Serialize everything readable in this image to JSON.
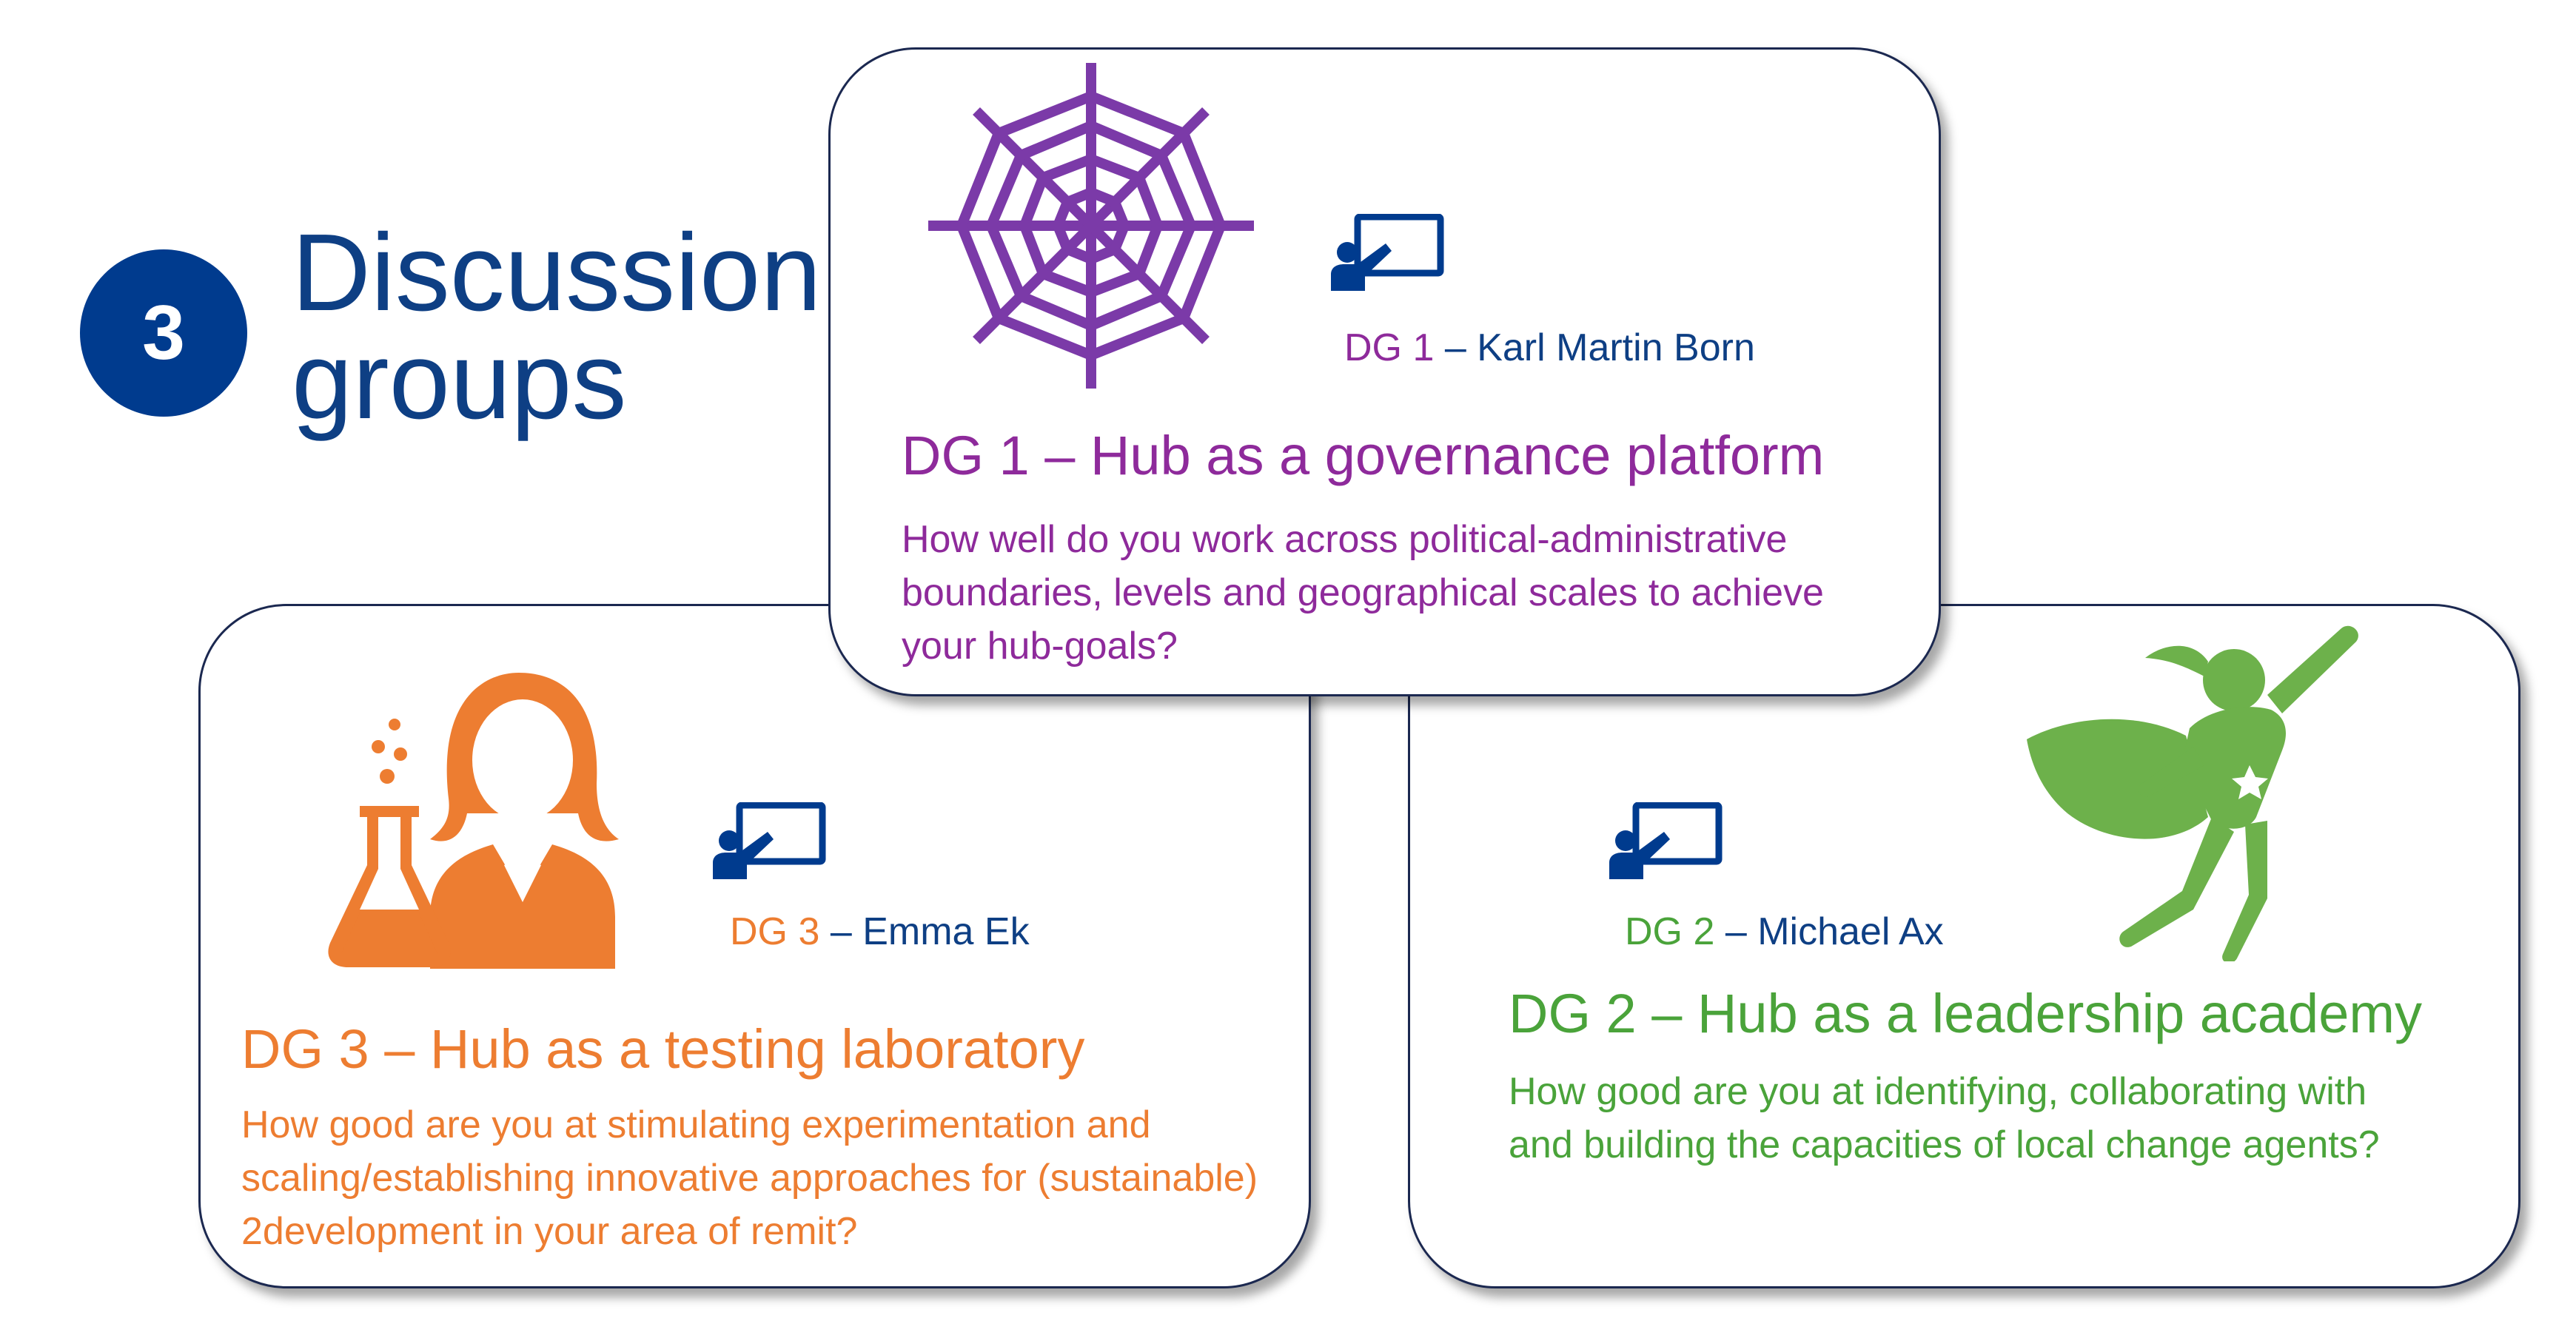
{
  "header": {
    "number": "3",
    "title": "Discussion groups"
  },
  "colors": {
    "navy": "#003B8E",
    "purple": "#8E2A9B",
    "orange": "#ED7D31",
    "green": "#4AA33A"
  },
  "groups": {
    "dg1": {
      "icon": "spider-web-icon",
      "lead_prefix": "DG 1",
      "lead_sep": " – ",
      "lead_name": "Karl Martin Born",
      "title": "DG 1 – Hub as a governance platform",
      "question": "How well do you work across political-administrative boundaries, levels and geographical scales to achieve your hub-goals?"
    },
    "dg2": {
      "icon": "superhero-icon",
      "lead_prefix": "DG 2",
      "lead_sep": " – ",
      "lead_name": "Michael Ax",
      "title": "DG 2 – Hub as a leadership academy",
      "question": "How good are you at identifying, collaborating with and building the capacities of local change agents?"
    },
    "dg3": {
      "icon": "scientist-icon",
      "lead_prefix": "DG 3",
      "lead_sep": " – ",
      "lead_name": "Emma Ek",
      "title": "DG 3 – Hub as a testing laboratory",
      "question": "How good are you at stimulating experimentation and scaling/establishing innovative approaches for (sustainable) 2development in your area of remit?"
    }
  }
}
